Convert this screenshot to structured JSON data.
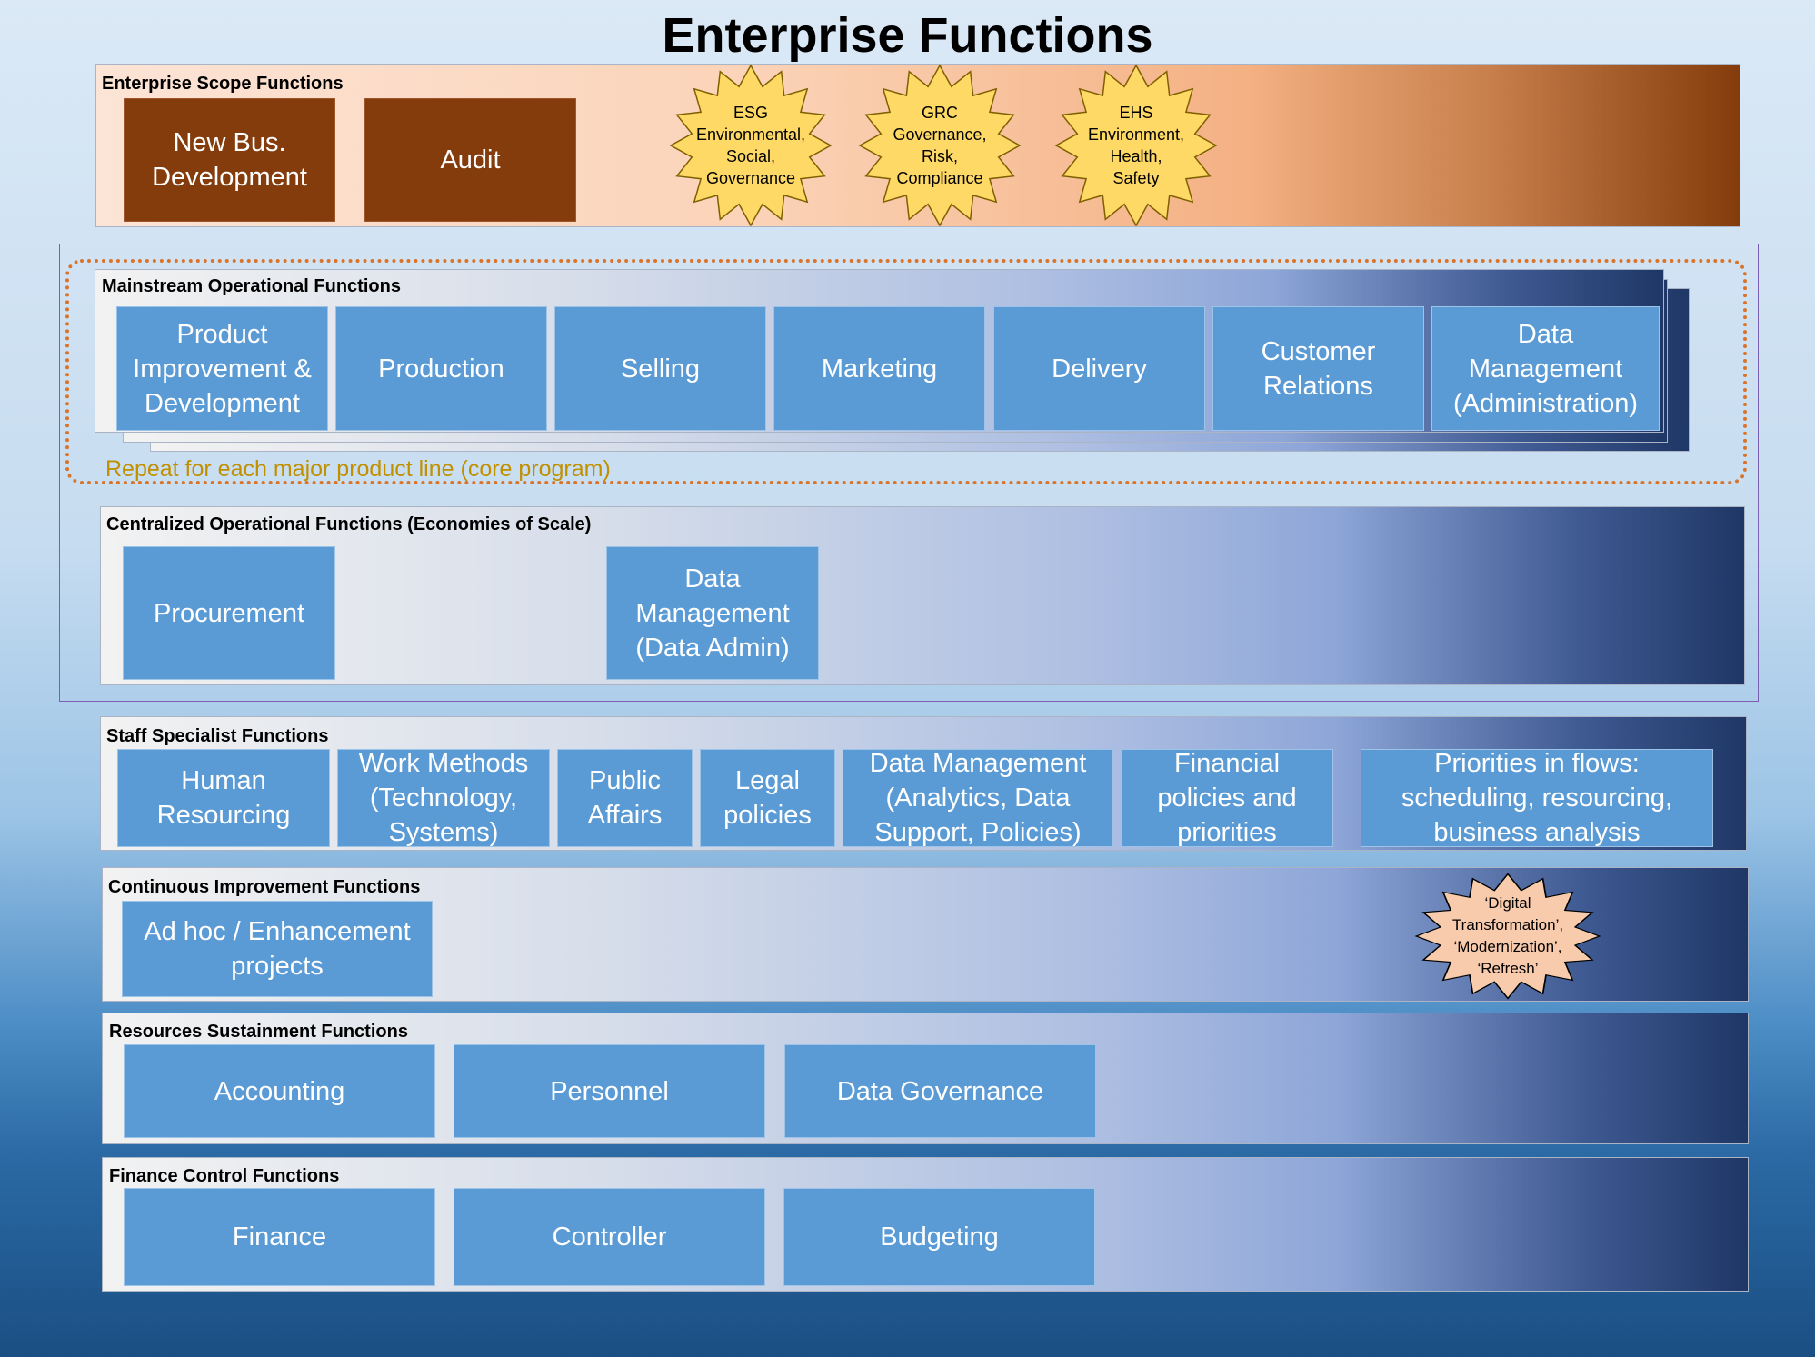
{
  "title": "Enterprise Functions",
  "enterprise_scope": {
    "label": "Enterprise Scope Functions",
    "boxes": [
      "New Bus.\nDevelopment",
      "Audit"
    ],
    "stars": [
      "ESG\nEnvironmental,\nSocial,\nGovernance",
      "GRC\nGovernance,\nRisk,\nCompliance",
      "EHS\nEnvironment,\nHealth,\nSafety"
    ]
  },
  "mainstream": {
    "label": "Mainstream Operational Functions",
    "boxes": [
      "Product\nImprovement &\nDevelopment",
      "Production",
      "Selling",
      "Marketing",
      "Delivery",
      "Customer\nRelations",
      "Data\nManagement\n(Administration)"
    ],
    "note": "Repeat for each major product line (core program)"
  },
  "centralized": {
    "label": "Centralized Operational Functions (Economies of Scale)",
    "boxes": [
      "Procurement",
      "Data\nManagement\n(Data Admin)"
    ]
  },
  "staff": {
    "label": "Staff Specialist Functions",
    "boxes": [
      "Human\nResourcing",
      "Work Methods\n(Technology,\nSystems)",
      "Public\nAffairs",
      "Legal\npolicies",
      "Data Management\n(Analytics, Data\nSupport, Policies)",
      "Financial\npolicies and\npriorities",
      "Priorities in flows:\nscheduling, resourcing,\nbusiness analysis"
    ]
  },
  "continuous": {
    "label": "Continuous Improvement Functions",
    "boxes": [
      "Ad hoc / Enhancement\nprojects"
    ],
    "star": "‘Digital\nTransformation’,\n‘Modernization’,\n‘Refresh’"
  },
  "resources": {
    "label": "Resources Sustainment Functions",
    "boxes": [
      "Accounting",
      "Personnel",
      "Data Governance"
    ]
  },
  "finance": {
    "label": "Finance Control Functions",
    "boxes": [
      "Finance",
      "Controller",
      "Budgeting"
    ]
  },
  "colors": {
    "box_blue": "#5b9bd5",
    "box_brown": "#843c0c",
    "star_yellow": "#ffd966",
    "star_peach": "#f8cbad",
    "dotted_orange": "#d9742b",
    "note_gold": "#c09000"
  }
}
